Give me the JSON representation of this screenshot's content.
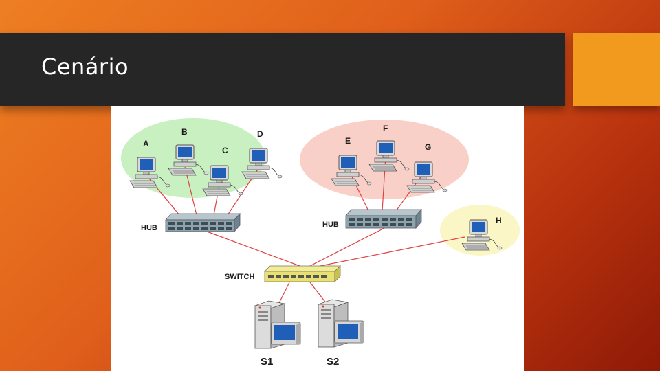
{
  "slide": {
    "title": "Cenário"
  },
  "diagram": {
    "hosts": [
      "A",
      "B",
      "C",
      "D",
      "E",
      "F",
      "G",
      "H"
    ],
    "servers": [
      "S1",
      "S2"
    ],
    "devices": {
      "hub_left": "HUB",
      "hub_right": "HUB",
      "switch": "SWITCH"
    }
  },
  "colors": {
    "title_bar": "#262626",
    "accent": "#f19a1e",
    "zone_green": "#c9f0c0",
    "zone_pink": "#f9d0c8",
    "zone_yellow": "#fbf6c6",
    "cable": "#e04040",
    "hub": "#8fa3ad",
    "switch": "#e8e070"
  }
}
